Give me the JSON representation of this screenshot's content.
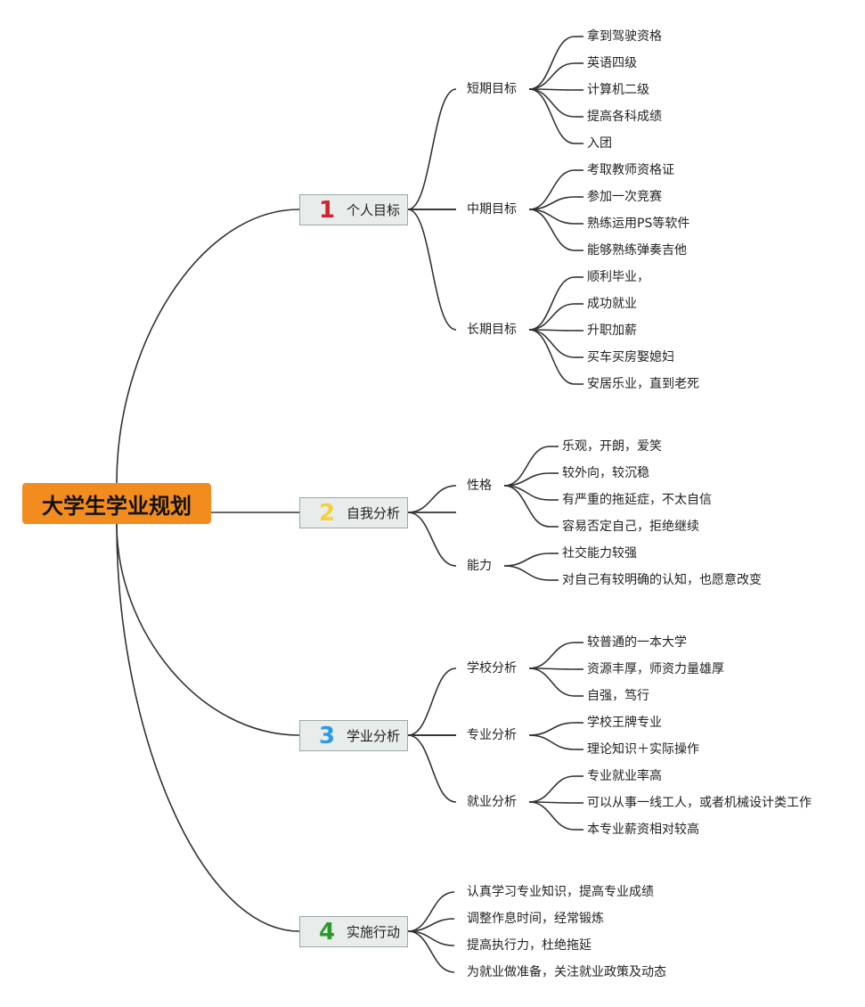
{
  "root": "大学生学业规划",
  "colors": {
    "root_fill": "#f28c1e",
    "branch_fill": "#e8eceb",
    "line": "#333333"
  },
  "branches": [
    {
      "num": "1",
      "num_color": "#d42030",
      "label": "个人目标",
      "subs": [
        {
          "label": "短期目标",
          "leaves": [
            "拿到驾驶资格",
            "英语四级",
            "计算机二级",
            "提高各科成绩",
            "入团"
          ]
        },
        {
          "label": "中期目标",
          "leaves": [
            "考取教师资格证",
            "参加一次竞赛",
            "熟练运用PS等软件",
            "能够熟练弹奏吉他"
          ]
        },
        {
          "label": "长期目标",
          "leaves": [
            "顺利毕业，",
            "成功就业",
            "升职加薪",
            "买车买房娶媳妇",
            "安居乐业，直到老死"
          ]
        }
      ]
    },
    {
      "num": "2",
      "num_color": "#f5d03c",
      "label": "自我分析",
      "subs": [
        {
          "label": "性格",
          "leaves": [
            "乐观，开朗，爱笑",
            "较外向，较沉稳",
            "有严重的拖延症，不太自信",
            "容易否定自己，拒绝继续"
          ]
        },
        {
          "label": "能力",
          "leaves": [
            "社交能力较强",
            "对自己有较明确的认知，也愿意改变"
          ]
        }
      ]
    },
    {
      "num": "3",
      "num_color": "#2a9be0",
      "label": "学业分析",
      "subs": [
        {
          "label": "学校分析",
          "leaves": [
            "较普通的一本大学",
            "资源丰厚，师资力量雄厚",
            "自强，笃行"
          ]
        },
        {
          "label": "专业分析",
          "leaves": [
            "学校王牌专业",
            "理论知识＋实际操作"
          ]
        },
        {
          "label": "就业分析",
          "leaves": [
            "专业就业率高",
            "可以从事一线工人，或者机械设计类工作",
            "本专业薪资相对较高"
          ]
        }
      ]
    },
    {
      "num": "4",
      "num_color": "#2a9a2a",
      "label": "实施行动",
      "leaves": [
        "认真学习专业知识，提高专业成绩",
        "调整作息时间，经常锻炼",
        "提高执行力，杜绝拖延",
        "为就业做准备，关注就业政策及动态"
      ]
    }
  ]
}
